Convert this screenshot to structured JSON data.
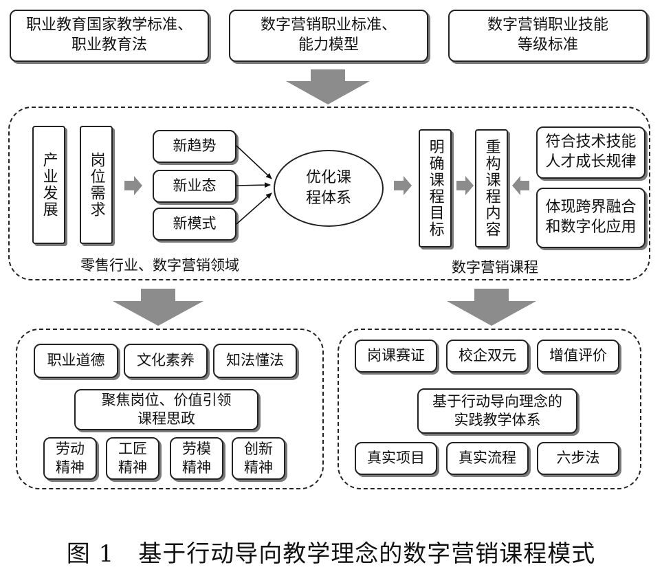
{
  "top_standards": [
    "职业教育国家教学标准、\n职业教育法",
    "数字营销职业标准、\n能力模型",
    "数字营销职业技能\n等级标准"
  ],
  "middle": {
    "industry_needs": [
      "产业发展",
      "岗位需求"
    ],
    "trends": [
      "新趋势",
      "新业态",
      "新模式"
    ],
    "center_ellipse": "优化课\n程体系",
    "course_steps": [
      "明确课程目标",
      "重构课程内容"
    ],
    "principles": [
      "符合技术技能\n人才成长规律",
      "体现跨界融合\n和数字化应用"
    ],
    "left_label": "零售行业、数字营销领域",
    "right_label": "数字营销课程"
  },
  "bottom_left": {
    "values": [
      "职业道德",
      "文化素养",
      "知法懂法"
    ],
    "center": "聚焦岗位、价值引领\n课程思政",
    "spirits": [
      "劳动\n精神",
      "工匠\n精神",
      "劳模\n精神",
      "创新\n精神"
    ]
  },
  "bottom_right": {
    "features": [
      "岗课赛证",
      "校企双元",
      "增值评价"
    ],
    "center": "基于行动导向理念的\n实践教学体系",
    "methods": [
      "真实项目",
      "真实流程",
      "六步法"
    ]
  },
  "caption": "图 1　基于行动导向教学理念的数字营销课程模式"
}
